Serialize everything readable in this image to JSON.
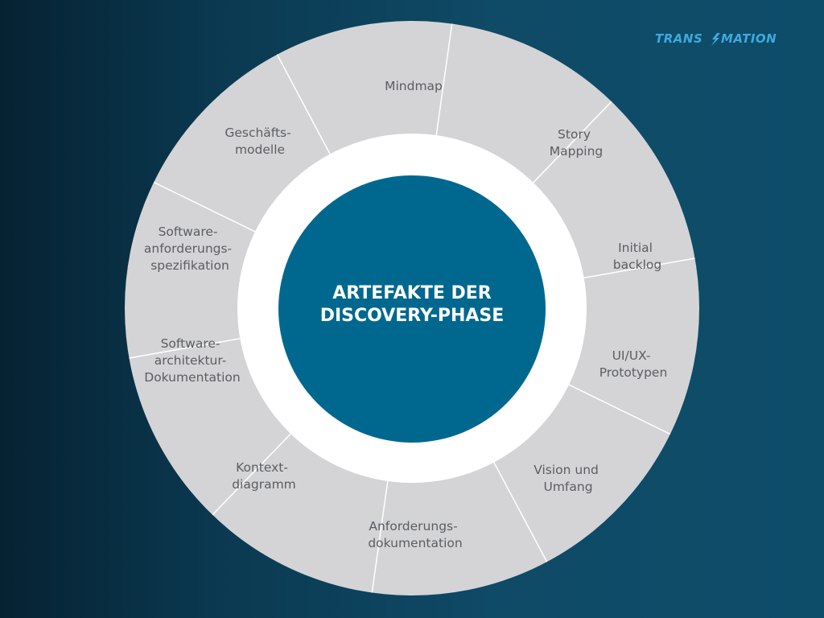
{
  "logo": {
    "part1": "TRANS",
    "part2": "MATION",
    "color": "#3ea9e0"
  },
  "center": {
    "line1": "ARTEFAKTE DER",
    "line2": "DISCOVERY-PHASE",
    "color": "#00688f"
  },
  "ring": {
    "segment_color": "#d4d4d6",
    "divider_color": "#ffffff",
    "inner_ring_color": "#ffffff",
    "text_color": "#5a5e62"
  },
  "segments": [
    {
      "id": "mindmap",
      "lines": [
        "Mindmap"
      ]
    },
    {
      "id": "story-mapping",
      "lines": [
        "Story",
        "Mapping"
      ]
    },
    {
      "id": "initial-backlog",
      "lines": [
        "Initial",
        "backlog"
      ]
    },
    {
      "id": "ui-ux-prototypen",
      "lines": [
        "UI/UX-",
        "Prototypen"
      ]
    },
    {
      "id": "vision-und-umfang",
      "lines": [
        "Vision und",
        "Umfang"
      ]
    },
    {
      "id": "anforderungsdokumentation",
      "lines": [
        "Anforderungs-",
        "dokumentation"
      ]
    },
    {
      "id": "kontextdiagramm",
      "lines": [
        "Kontext-",
        "diagramm"
      ]
    },
    {
      "id": "software-architektur-dokumentation",
      "lines": [
        "Software-",
        "architektur-",
        "Dokumentation"
      ]
    },
    {
      "id": "softwareanforderungsspezifikation",
      "lines": [
        "Software-",
        "anforderungs-",
        "spezifikation"
      ]
    },
    {
      "id": "geschaeftsmodelle",
      "lines": [
        "Geschäfts-",
        "modelle"
      ]
    }
  ]
}
